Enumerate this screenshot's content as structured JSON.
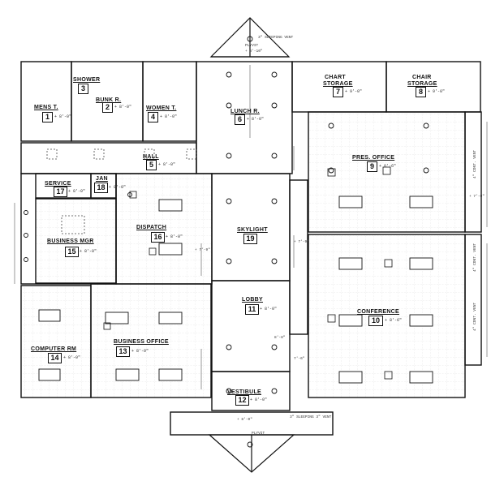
{
  "rooms": [
    {
      "id": "mens",
      "name": "MENS T.",
      "number": "1",
      "elevation": "+ 8'-0\""
    },
    {
      "id": "bunk",
      "name": "BUNK R.",
      "number": "2",
      "elevation": "+ 8'-0\""
    },
    {
      "id": "shower",
      "name": "SHOWER",
      "number": "3",
      "elevation": ""
    },
    {
      "id": "women",
      "name": "WOMEN T.",
      "number": "4",
      "elevation": "+ 8'-0\""
    },
    {
      "id": "hall",
      "name": "HALL",
      "number": "5",
      "elevation": "+ 8'-0\""
    },
    {
      "id": "lunch",
      "name": "LUNCH R.",
      "number": "6",
      "elevation": "+ 8'-0\""
    },
    {
      "id": "chart",
      "name": "CHART STORAGE",
      "name_line1": "CHART",
      "name_line2": "STORAGE",
      "number": "7",
      "elevation": "+ 9'-0\""
    },
    {
      "id": "chair",
      "name": "CHAIR STORAGE",
      "name_line1": "CHAIR",
      "name_line2": "STORAGE",
      "number": "8",
      "elevation": "+ 9'-0\""
    },
    {
      "id": "pres",
      "name": "PRES. OFFICE",
      "number": "9",
      "elevation": "+ 8'-6\""
    },
    {
      "id": "conference",
      "name": "CONFERENCE",
      "number": "10",
      "elevation": "+ 8'-6\""
    },
    {
      "id": "lobby",
      "name": "LOBBY",
      "number": "11",
      "elevation": "+ 8'-0\""
    },
    {
      "id": "vestibule",
      "name": "VESTIBULE",
      "number": "12",
      "elevation": "+ 8'-0\""
    },
    {
      "id": "business_office",
      "name": "BUSINESS OFFICE",
      "number": "13",
      "elevation": "+ 8'-0\""
    },
    {
      "id": "computer",
      "name": "COMPUTER RM",
      "number": "14",
      "elevation": "+ 8'-0\""
    },
    {
      "id": "business_mgr",
      "name": "BUSINESS MGR",
      "number": "15",
      "elevation": "+ 8'-0\""
    },
    {
      "id": "dispatch",
      "name": "DISPATCH",
      "number": "16",
      "elevation": "+ 8'-0\""
    },
    {
      "id": "service",
      "name": "SERVICE",
      "number": "17",
      "elevation": "+ 8'-0\""
    },
    {
      "id": "jan",
      "name": "JAN",
      "number": "18",
      "elevation": "+ 8'-0\""
    },
    {
      "id": "skylight",
      "name": "SKYLIGHT",
      "number": "19",
      "elevation": ""
    }
  ],
  "notes": {
    "top_plyvit": "PLYVIT",
    "top_elev": "+ 8'-10\"",
    "top_vent": "3\" SLEEPING VENT",
    "bottom_plyvit": "PLYVIT",
    "bottom_elev": "+ 8'-0\"",
    "bottom_vent": "3\" SLEEPING 3\" VENT",
    "soffit_1": "4\" CONT. VENT",
    "soffit_2": "4\" CONT. VENT",
    "soffit_3": "4\" CONT. VENT",
    "soffit_elev": "+ 7'-0\"",
    "elev_a": "+ 7'-9\"",
    "elev_b": "+ 7'-9\"",
    "elev_c": "8'-8\"",
    "elev_d": "7'-6\""
  }
}
